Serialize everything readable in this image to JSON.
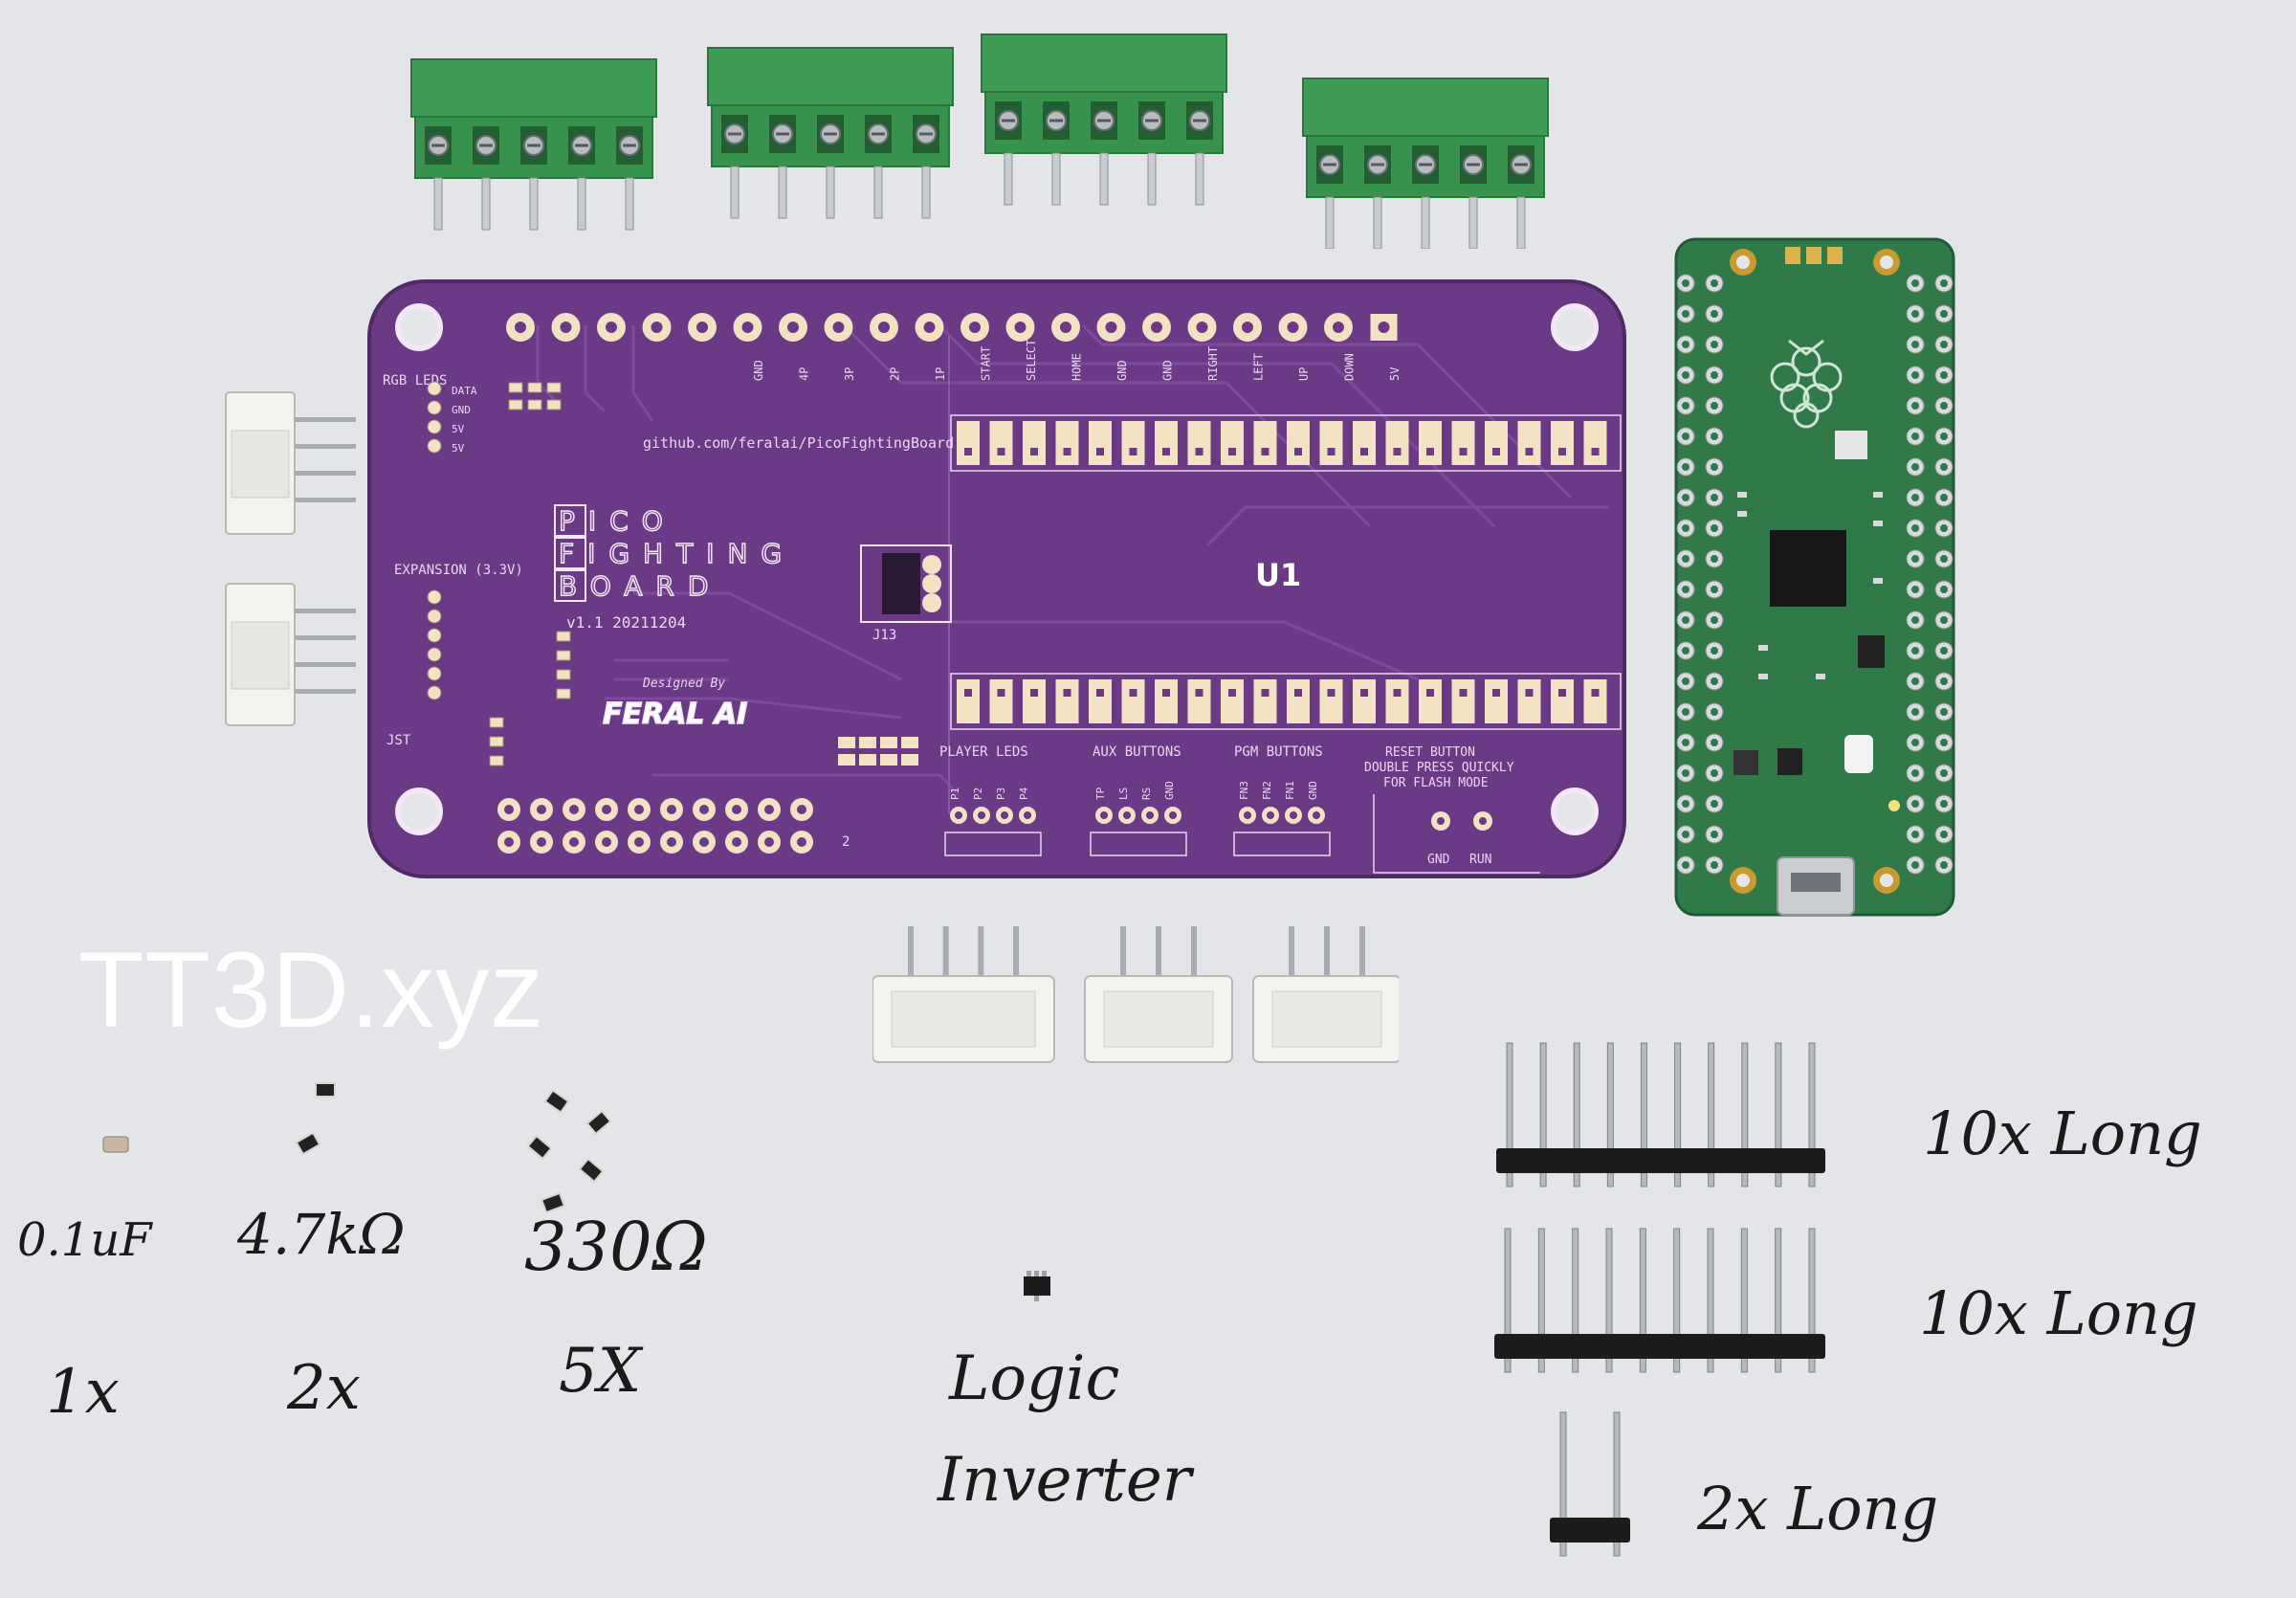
{
  "watermark": "TT3D.xyz",
  "board": {
    "github": "github.com/feralai/PicoFightingBoard",
    "logo": [
      "PICO",
      "FIGHTING",
      "BOARD"
    ],
    "version": "v1.1 20211204",
    "designed_by": "Designed By",
    "designer": "FERAL AI",
    "u1": "U1",
    "j13": "J13",
    "rgb_leds": "RGB LEDS",
    "rgb_pins": [
      "DATA",
      "GND",
      "5V",
      "5V"
    ],
    "expansion": "EXPANSION (3.3V)",
    "jst": "JST",
    "top_pins": [
      "GND",
      "4P",
      "3P",
      "2P",
      "1P",
      "START",
      "SELECT",
      "HOME",
      "GND",
      "GND",
      "RIGHT",
      "LEFT",
      "UP",
      "DOWN",
      "5V"
    ],
    "player_leds": "PLAYER LEDS",
    "player_pins": [
      "P1",
      "P2",
      "P3",
      "P4"
    ],
    "aux_buttons": "AUX BUTTONS",
    "aux_pins": [
      "TP",
      "LS",
      "RS",
      "GND"
    ],
    "pgm_buttons": "PGM BUTTONS",
    "pgm_pins": [
      "FN3",
      "FN2",
      "FN1",
      "GND"
    ],
    "reset_lines": [
      "RESET BUTTON",
      "DOUBLE PRESS QUICKLY",
      "FOR FLASH MODE"
    ],
    "reset_pins": [
      "GND",
      "RUN"
    ],
    "header_num": "2"
  },
  "parts": [
    {
      "label": "0.1uF",
      "qty": "1x"
    },
    {
      "label": "4.7kΩ",
      "qty": "2x"
    },
    {
      "label": "330Ω",
      "qty": "5X"
    }
  ],
  "logic": [
    "Logic",
    "Inverter"
  ],
  "headers": [
    "10x Long",
    "10x Long",
    "2x Long"
  ],
  "colors": {
    "background": "#e4e5e8",
    "pcb": "#6a3a86",
    "terminal": "#3e9a55",
    "pico": "#2f7a48",
    "jst": "#f4f3ef"
  }
}
